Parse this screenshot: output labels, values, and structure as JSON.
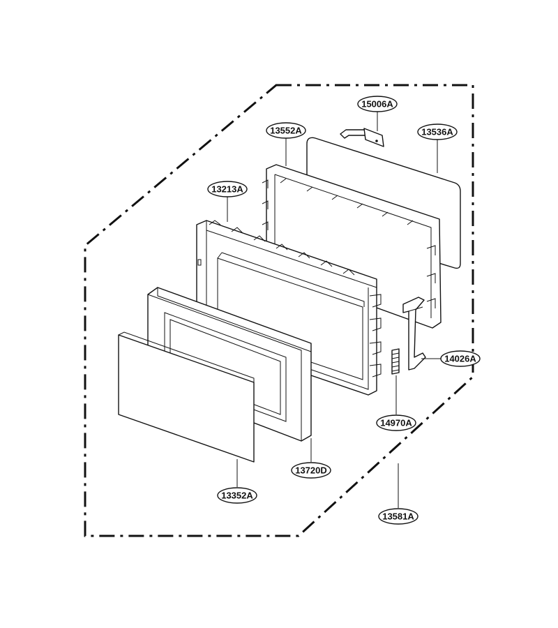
{
  "callouts": [
    {
      "id": "door-latch-hook",
      "label": "15006A"
    },
    {
      "id": "choke-cover",
      "label": "13552A"
    },
    {
      "id": "door-glass",
      "label": "13536A"
    },
    {
      "id": "door-frame",
      "label": "13213A"
    },
    {
      "id": "door-lever",
      "label": "14026A"
    },
    {
      "id": "latch-spring",
      "label": "14970A"
    },
    {
      "id": "door-panel",
      "label": "13720D"
    },
    {
      "id": "door-screen",
      "label": "13352A"
    },
    {
      "id": "door-assembly",
      "label": "13581A"
    }
  ]
}
